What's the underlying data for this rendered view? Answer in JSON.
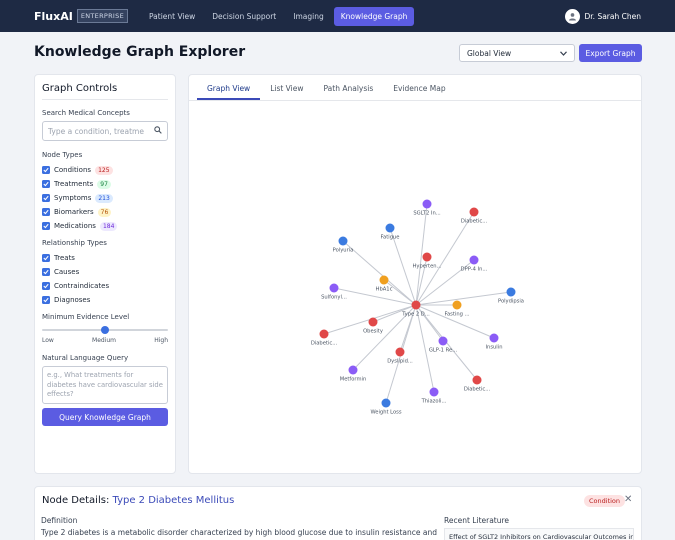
{
  "nav": {
    "brand": "FluxAI",
    "brand_tag": "ENTERPRISE",
    "items": [
      {
        "label": "Patient View"
      },
      {
        "label": "Decision Support"
      },
      {
        "label": "Imaging"
      },
      {
        "label": "Knowledge Graph",
        "active": true
      }
    ],
    "user": "Dr. Sarah Chen"
  },
  "header": {
    "title": "Knowledge Graph Explorer",
    "view_select": "Global View",
    "export_label": "Export Graph"
  },
  "controls": {
    "title": "Graph Controls",
    "search_label": "Search Medical Concepts",
    "search_placeholder": "Type a condition, treatme",
    "node_types_label": "Node Types",
    "node_types": [
      {
        "label": "Conditions",
        "count": "125",
        "bg": "#fde2e2",
        "fg": "#b91c1c"
      },
      {
        "label": "Treatments",
        "count": "97",
        "bg": "#dcfce7",
        "fg": "#15803d"
      },
      {
        "label": "Symptoms",
        "count": "213",
        "bg": "#dbeafe",
        "fg": "#1d4ed8"
      },
      {
        "label": "Biomarkers",
        "count": "76",
        "bg": "#fef3c7",
        "fg": "#b45309"
      },
      {
        "label": "Medications",
        "count": "184",
        "bg": "#ede9fe",
        "fg": "#6d28d9"
      }
    ],
    "rel_types_label": "Relationship Types",
    "rel_types": [
      "Treats",
      "Causes",
      "Contraindicates",
      "Diagnoses"
    ],
    "evidence_label": "Minimum Evidence Level",
    "evidence_level": 0.5,
    "evidence_scale": [
      "Low",
      "Medium",
      "High"
    ],
    "nl_label": "Natural Language Query",
    "nl_placeholder": "e.g., What treatments for diabetes have cardiovascular side effects?",
    "query_label": "Query Knowledge Graph"
  },
  "graph": {
    "tabs": [
      "Graph View",
      "List View",
      "Path Analysis",
      "Evidence Map"
    ],
    "active_tab": 0,
    "colors": {
      "condition": "#e04848",
      "symptom": "#3b7be0",
      "medication": "#8b5cf6",
      "biomarker": "#f0a020"
    },
    "center": "Type 2 D...",
    "nodes": [
      {
        "label": "SGLT2 In...",
        "kind": "medication"
      },
      {
        "label": "Diabetic...",
        "kind": "condition"
      },
      {
        "label": "Fatigue",
        "kind": "symptom"
      },
      {
        "label": "Polyuria",
        "kind": "symptom"
      },
      {
        "label": "Hyperten...",
        "kind": "condition"
      },
      {
        "label": "DPP-4 In...",
        "kind": "medication"
      },
      {
        "label": "HbA1c",
        "kind": "biomarker"
      },
      {
        "label": "Sulfonyl...",
        "kind": "medication"
      },
      {
        "label": "Polydipsia",
        "kind": "symptom"
      },
      {
        "label": "Fasting ...",
        "kind": "biomarker"
      },
      {
        "label": "Obesity",
        "kind": "condition"
      },
      {
        "label": "Diabetic...",
        "kind": "condition"
      },
      {
        "label": "GLP-1 Re...",
        "kind": "medication"
      },
      {
        "label": "Insulin",
        "kind": "medication"
      },
      {
        "label": "Dyslipid...",
        "kind": "condition"
      },
      {
        "label": "Metformin",
        "kind": "medication"
      },
      {
        "label": "Thiazoli...",
        "kind": "medication"
      },
      {
        "label": "Diabetic...",
        "kind": "condition"
      },
      {
        "label": "Weight Loss",
        "kind": "symptom"
      }
    ]
  },
  "details": {
    "title_prefix": "Node Details:",
    "node_name": "Type 2 Diabetes Mellitus",
    "badge": "Condition",
    "definition_label": "Definition",
    "definition": "Type 2 diabetes is a metabolic disorder characterized by high blood glucose due to insulin resistance and",
    "literature_label": "Recent Literature",
    "literature_item": "Effect of SGLT2 Inhibitors on Cardiovascular Outcomes in"
  }
}
